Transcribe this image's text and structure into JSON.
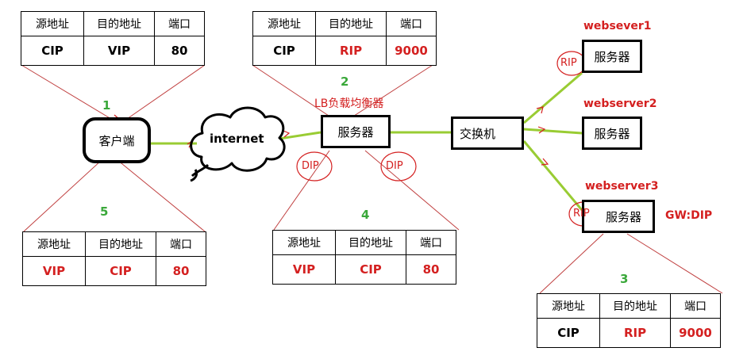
{
  "headers": {
    "src": "源地址",
    "dst": "目的地址",
    "port": "端口"
  },
  "tables": [
    {
      "id": "t1",
      "values": {
        "src": "CIP",
        "dst": "VIP",
        "port": "80"
      }
    },
    {
      "id": "t2",
      "values": {
        "src": "CIP",
        "dst": "RIP",
        "port": "9000"
      }
    },
    {
      "id": "t3",
      "values": {
        "src": "CIP",
        "dst": "RIP",
        "port": "9000"
      }
    },
    {
      "id": "t4",
      "values": {
        "src": "VIP",
        "dst": "CIP",
        "port": "80"
      }
    },
    {
      "id": "t5",
      "values": {
        "src": "VIP",
        "dst": "CIP",
        "port": "80"
      }
    }
  ],
  "nodes": {
    "client": "客户端",
    "internet": "internet",
    "lb": "服务器",
    "lb_label": "LB负载均衡器",
    "switch": "交换机",
    "web1": "服务器",
    "web2": "服务器",
    "web3": "服务器"
  },
  "labels": {
    "web1": "websever1",
    "web2": "webserver2",
    "web3": "webserver3",
    "gw": "GW:DIP",
    "dip": "DIP",
    "rip": "RIP"
  },
  "steps": [
    "1",
    "2",
    "3",
    "4",
    "5"
  ],
  "colors": {
    "red_text": "#d42020",
    "green_text": "#3aa83a",
    "green_line": "#99cc33",
    "leader": "#c04040"
  }
}
